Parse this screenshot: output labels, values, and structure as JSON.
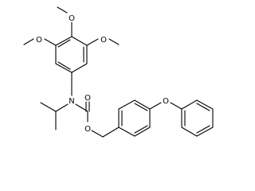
{
  "molecule": {
    "atoms": {
      "o_methoxy_top": "O",
      "o_methoxy_left": "O",
      "o_methoxy_right": "O",
      "n_carbamate": "N",
      "o_carbonyl": "O",
      "o_ester": "O",
      "o_ether": "O"
    }
  }
}
